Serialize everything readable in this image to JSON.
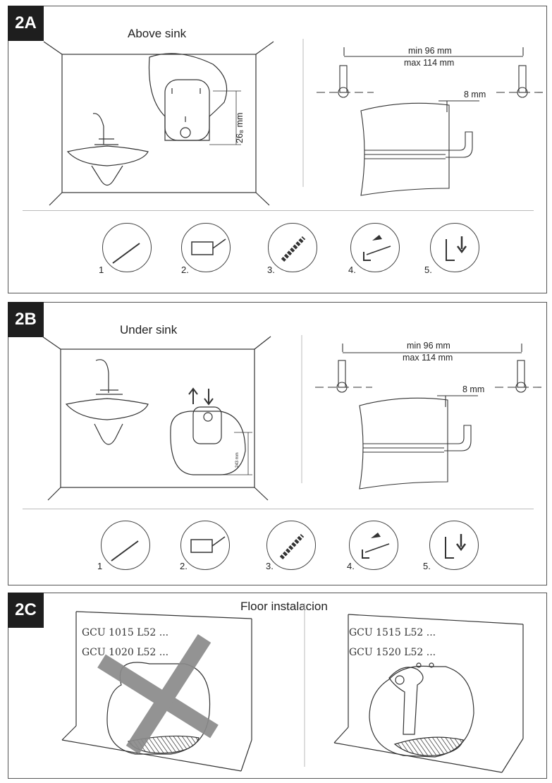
{
  "panels": {
    "a": {
      "badge": "2A",
      "title": "Above sink",
      "height_label": "26₈ mm",
      "spacing_min": "min 96 mm",
      "spacing_max": "max 114 mm",
      "offset": "8 mm",
      "steps": [
        "1",
        "2.",
        "3.",
        "4.",
        "5."
      ]
    },
    "b": {
      "badge": "2B",
      "title": "Under sink",
      "height_label": "243 mm",
      "spacing_min": "min 96 mm",
      "spacing_max": "max 114 mm",
      "offset": "8 mm",
      "steps": [
        "1",
        "2.",
        "3.",
        "4.",
        "5."
      ]
    },
    "c": {
      "badge": "2C",
      "title": "Floor instalacion",
      "left_models": [
        "GCU 1015 L52 ...",
        "GCU 1020 L52 ..."
      ],
      "right_models": [
        "GCU 1515 L52 ...",
        "GCU 1520 L52 ..."
      ]
    }
  },
  "colors": {
    "badge_bg": "#1e1e1e",
    "line": "#333333",
    "cross": "#8a8a8a"
  }
}
